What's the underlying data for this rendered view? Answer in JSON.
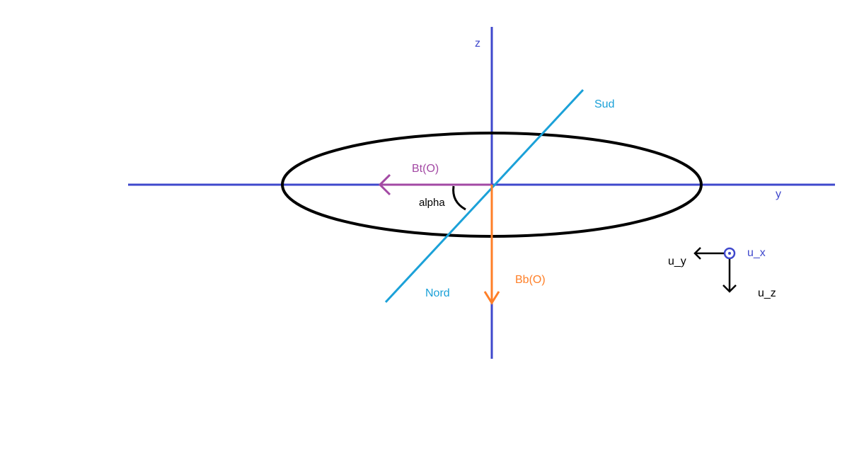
{
  "labels": {
    "axis_z": "z",
    "axis_y": "y",
    "sud": "Sud",
    "nord": "Nord",
    "bt": "Bt(O)",
    "bb": "Bb(O)",
    "alpha": "alpha",
    "ux": "u_x",
    "uy": "u_y",
    "uz": "u_z"
  },
  "colors": {
    "axis": "#3f48cc",
    "loop": "#000000",
    "line": "#1ba1d8",
    "bt": "#a349a4",
    "bb": "#ff7f27",
    "basis": "#000000",
    "ux": "#3f48cc"
  }
}
